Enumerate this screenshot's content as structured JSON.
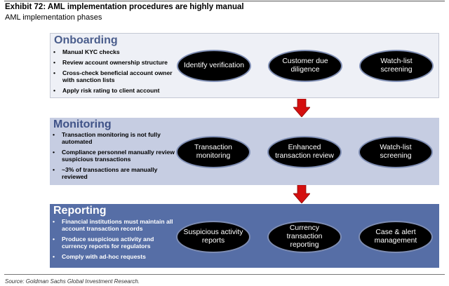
{
  "exhibit": {
    "title": "Exhibit 72: AML implementation procedures are highly manual",
    "subtitle": "AML implementation phases"
  },
  "sections": [
    {
      "title": "Onboarding",
      "bullets": [
        "Manual KYC checks",
        "Review account ownership structure",
        "Cross-check beneficial account owner with sanction lists",
        "Apply risk rating to client account"
      ],
      "steps": [
        "Identify verification",
        "Customer due diligence",
        "Watch-list screening"
      ]
    },
    {
      "title": "Monitoring",
      "bullets": [
        "Transaction monitoring is not fully automated",
        "Compliance personnel manually review suspicious transactions",
        "~3% of transactions are manually reviewed"
      ],
      "steps": [
        "Transaction monitoring",
        "Enhanced transaction review",
        "Watch-list screening"
      ]
    },
    {
      "title": "Reporting",
      "bullets": [
        "Financial institutions must maintain all account transaction records",
        "Produce suspicious activity and currency reports for regulators",
        "Comply with ad-hoc requests"
      ],
      "steps": [
        "Suspicious activity reports",
        "Currency transaction reporting",
        "Case & alert management"
      ]
    }
  ],
  "bullet_symbol": "•",
  "source": "Source: Goldman Sachs Global Investment Research.",
  "colors": {
    "onboarding_bg": "#eef0f6",
    "monitoring_bg": "#c6cde2",
    "reporting_bg": "#566ea6",
    "oval_fill": "#000000",
    "arrow": "#d40f0f"
  }
}
